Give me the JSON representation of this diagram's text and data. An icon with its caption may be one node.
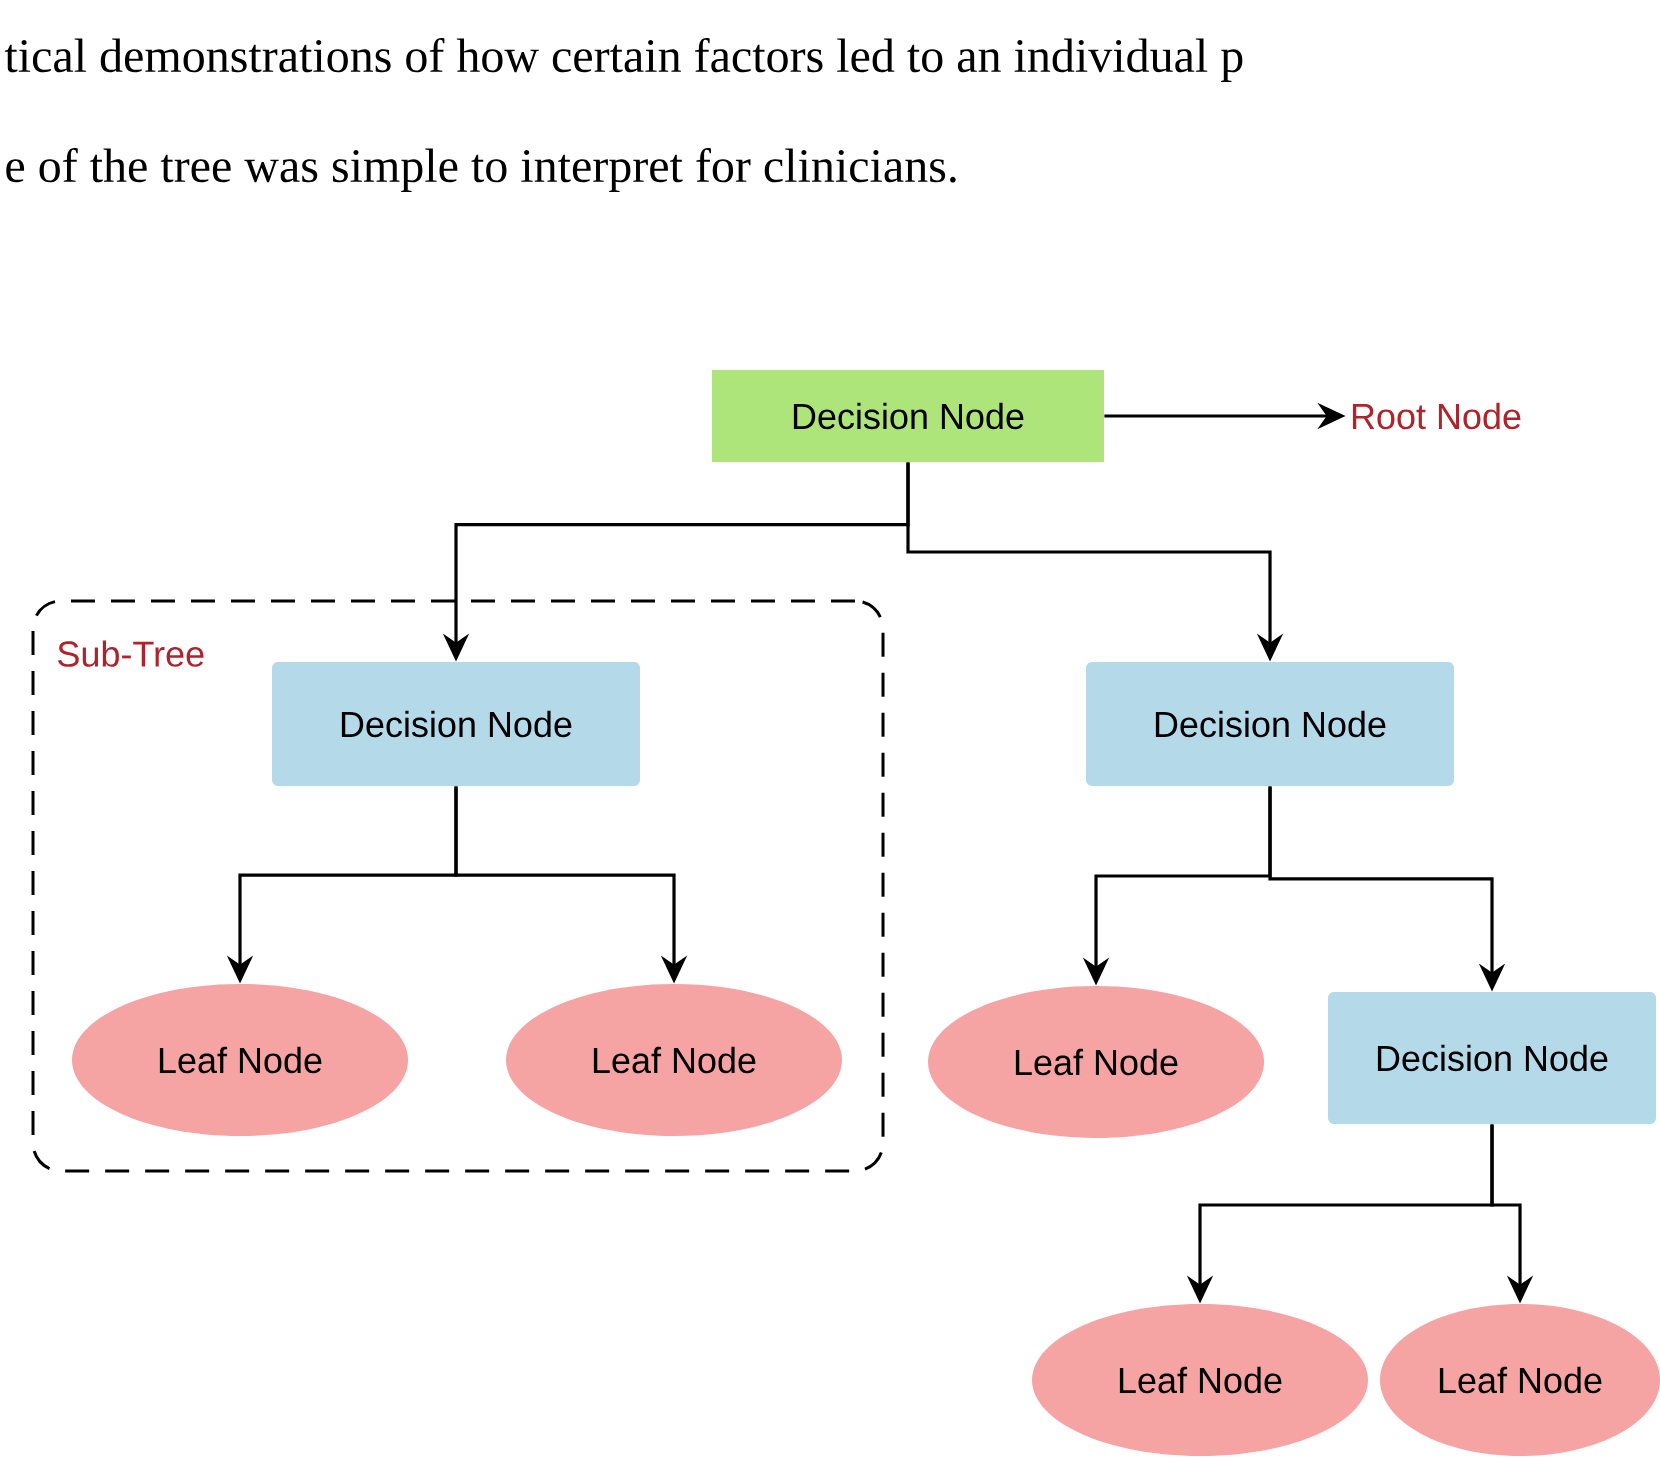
{
  "diagram": {
    "nodes": [
      {
        "text": [
          "Decision Node"
        ]
      },
      {
        "text": [
          "Root Node"
        ]
      },
      {
        "text": [
          "Sub-Tree"
        ]
      },
      {
        "text": [
          "Decision Node"
        ],
        "in": 2
      },
      {
        "text": [
          "Decision Node"
        ]
      },
      {
        "text": [
          "Leaf Node"
        ],
        "in": 2
      },
      {
        "text": [
          "Leaf Node"
        ],
        "in": 2
      },
      {
        "text": [
          "Leaf Node"
        ]
      },
      {
        "text": [
          "Decision Node"
        ]
      },
      {
        "text": [
          "Leaf Node"
        ]
      },
      {
        "text": [
          "Leaf Node"
        ]
      }
    ],
    "edges": [
      {
        "from": 0,
        "to": 1,
        "arrow": "to"
      },
      {
        "from": 0,
        "to": 3,
        "arrow": "to"
      },
      {
        "from": 0,
        "to": 4,
        "arrow": "to"
      },
      {
        "from": 3,
        "to": 5,
        "arrow": "to"
      },
      {
        "from": 3,
        "to": 6,
        "arrow": "to"
      },
      {
        "from": 4,
        "to": 7,
        "arrow": "to"
      },
      {
        "from": 4,
        "to": 8,
        "arrow": "to"
      },
      {
        "from": 8,
        "to": 9,
        "arrow": "to"
      },
      {
        "from": 8,
        "to": 10,
        "arrow": "to"
      }
    ],
    "labels": [
      "tical demonstrations of how certain factors led to an individual p",
      "e of the tree was simple to interpret for clinicians."
    ]
  }
}
